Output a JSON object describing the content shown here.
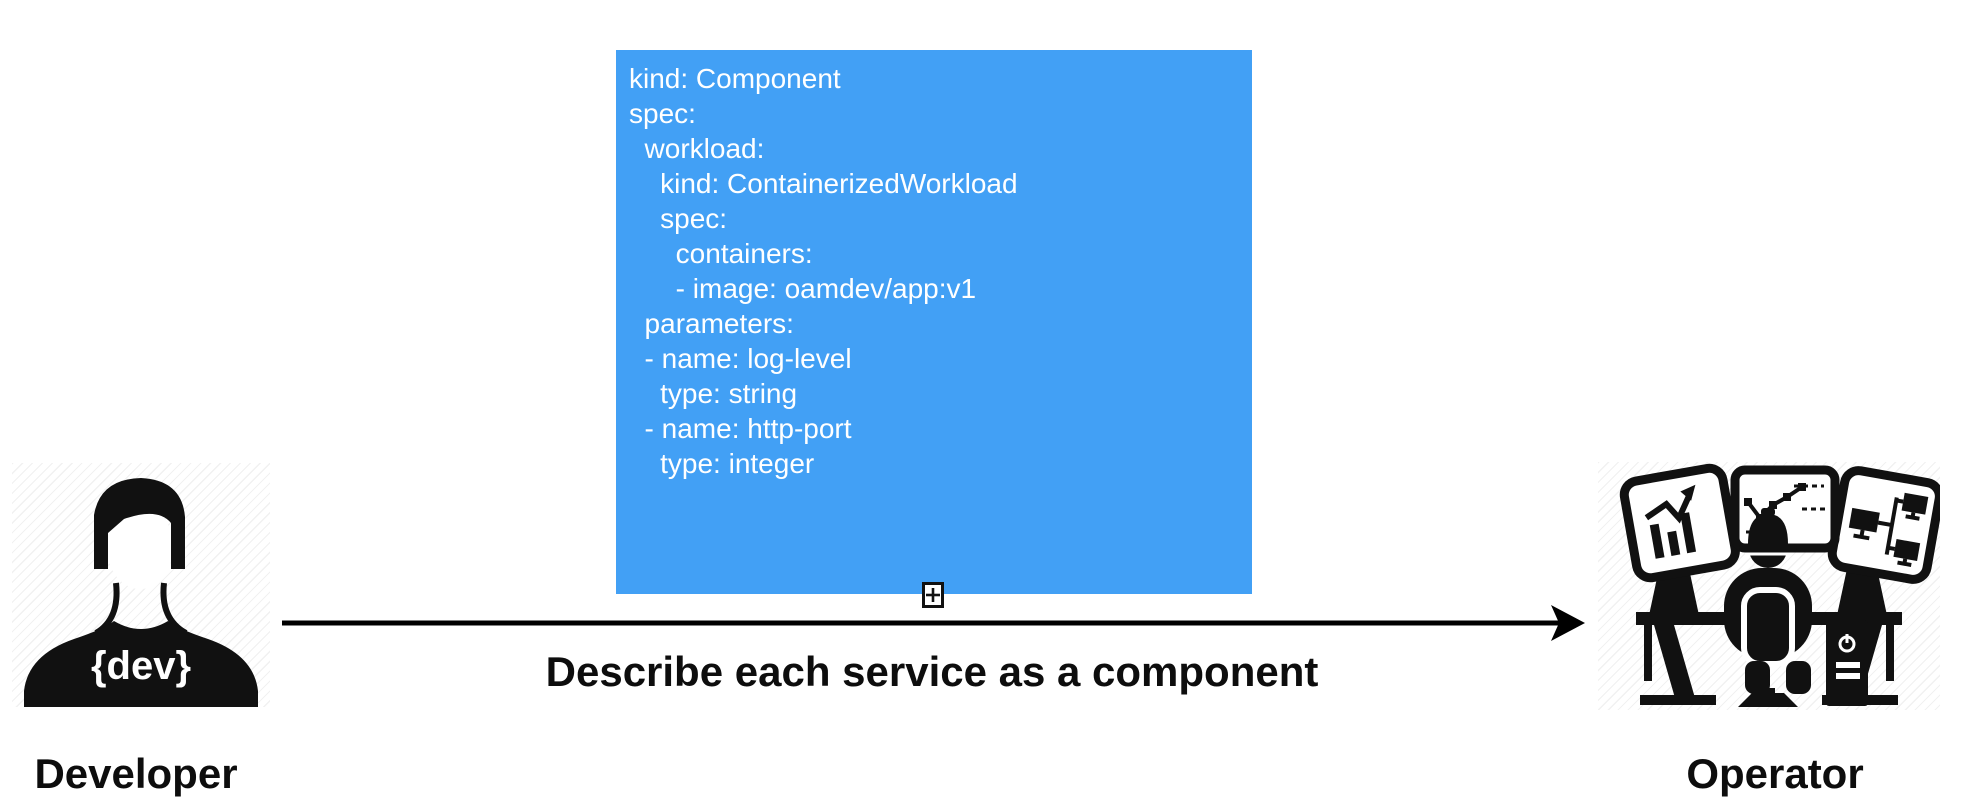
{
  "diagram": {
    "caption": "Describe each service as a component"
  },
  "code_block": {
    "yaml": "kind: Component\nspec:\n  workload:\n    kind: ContainerizedWorkload\n    spec:\n      containers:\n      - image: oamdev/app:v1\n  parameters:\n  - name: log-level\n    type: string\n  - name: http-port\n    type: integer",
    "background_color": "#42A0F5",
    "text_color": "#FFFFFF"
  },
  "expand_handle": {
    "icon": "squared-plus-icon"
  },
  "arrow": {
    "direction": "right",
    "color": "#000000"
  },
  "developer": {
    "label": "Developer",
    "badge": "{dev}",
    "icon": "developer-person-icon"
  },
  "operator": {
    "label": "Operator",
    "icon": "operator-control-room-icon"
  }
}
